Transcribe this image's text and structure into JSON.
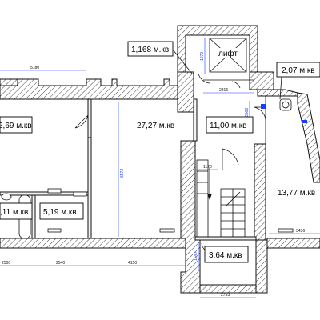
{
  "rooms": [
    {
      "id": "left",
      "area": "2,69 м.кв"
    },
    {
      "id": "hall",
      "area": "27,27 м.кв"
    },
    {
      "id": "corridor",
      "area": "11,00 м.кв"
    },
    {
      "id": "right",
      "area": "13,77 м.кв"
    },
    {
      "id": "bath-left",
      "area": ",11 м.кв"
    },
    {
      "id": "bath-mid",
      "area": "5,19 м.кв"
    },
    {
      "id": "stair-room",
      "area": "3,64 м.кв"
    },
    {
      "id": "lift-small",
      "area": "1,168 м.кв"
    },
    {
      "id": "wc-right",
      "area": "2,07 м.кв"
    }
  ],
  "lift_label": "лифт",
  "dimensions": {
    "top_width": "5180",
    "hall_height": "6572",
    "bottom_1": "2500",
    "bottom_2": "2540",
    "bottom_3": "4150",
    "lift_width": "2316",
    "lift_height": "1070",
    "corr_v": "3566",
    "stair_w": "1120",
    "stair_bottom": "2753",
    "stair_h": "1140",
    "right_bottom": "3436"
  },
  "colors": {
    "dimension_line": "#1a3cff",
    "wall": "#111111"
  }
}
